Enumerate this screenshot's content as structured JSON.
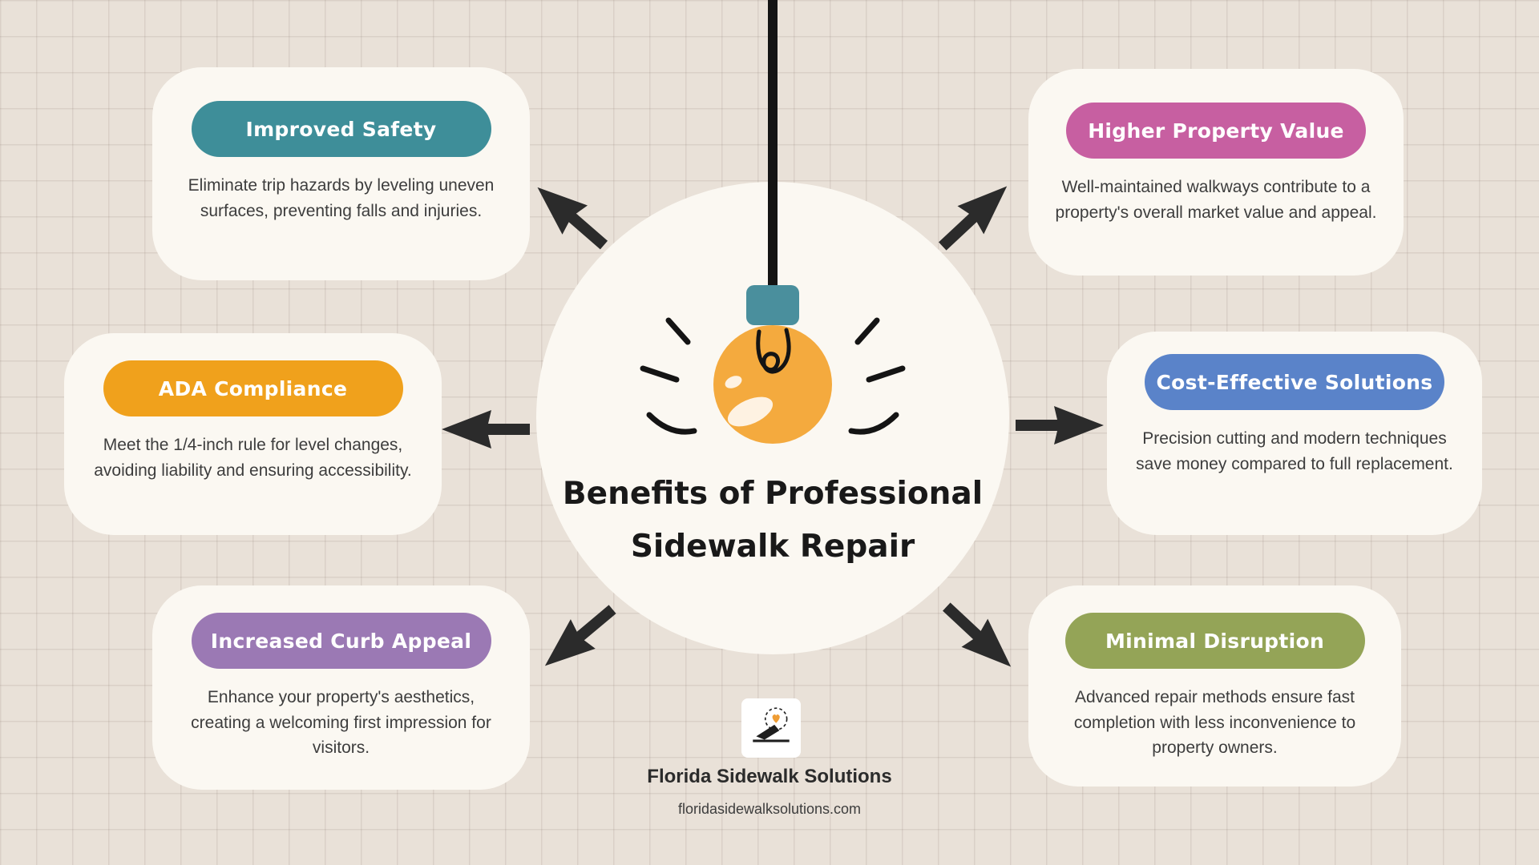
{
  "title": {
    "line1": "Benefits of Professional",
    "line2": "Sidewalk Repair"
  },
  "cards": [
    {
      "label": "Improved Safety",
      "color": "#3e8e99",
      "text": "Eliminate trip hazards by leveling uneven surfaces, preventing falls and injuries."
    },
    {
      "label": "ADA Compliance",
      "color": "#f0a11c",
      "text": "Meet the 1/4-inch rule for level changes, avoiding liability and ensuring accessibility."
    },
    {
      "label": "Increased Curb Appeal",
      "color": "#9b79b4",
      "text": "Enhance your property's aesthetics, creating a welcoming first impression for visitors."
    },
    {
      "label": "Higher Property Value",
      "color": "#c75fa1",
      "text": "Well-maintained walkways contribute to a property's overall market value and appeal."
    },
    {
      "label": "Cost-Effective Solutions",
      "color": "#5a83c9",
      "text": "Precision cutting and modern techniques save money compared to full replacement."
    },
    {
      "label": "Minimal Disruption",
      "color": "#94a457",
      "text": "Advanced repair methods ensure fast completion with less inconvenience to property owners."
    }
  ],
  "footer": {
    "brand": "Florida Sidewalk Solutions",
    "website": "floridasidewalksolutions.com"
  },
  "colors": {
    "background": "#e9e1d8",
    "card_bg": "#fbf8f2",
    "arrow": "#2b2b2b",
    "bulb": "#f4aa3e",
    "bulb_cap": "#4a8f9d",
    "body_text": "#3d3d3d"
  }
}
